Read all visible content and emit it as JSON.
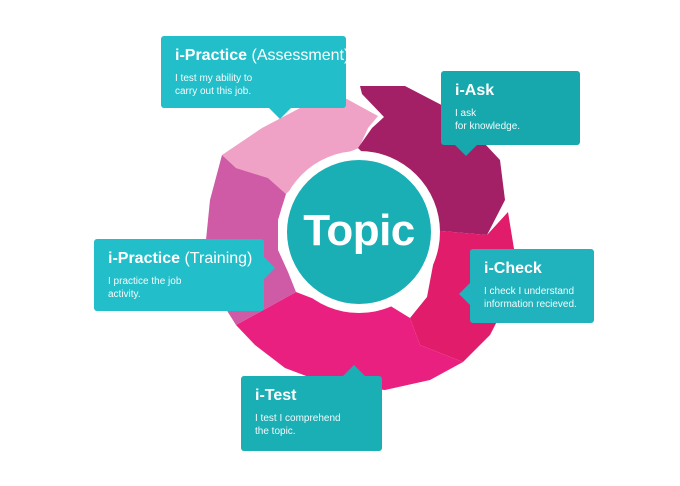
{
  "center": {
    "label": "Topic"
  },
  "stages": {
    "practice_assessment": {
      "title": "i-Practice",
      "subtitle": "(Assessment)",
      "text": "I test my ability to\ncarry out this job."
    },
    "ask": {
      "title": "i-Ask",
      "subtitle": "",
      "text": "I ask\nfor knowledge."
    },
    "practice_training": {
      "title": "i-Practice",
      "subtitle": "(Training)",
      "text": "I practice the job\nactivity."
    },
    "check": {
      "title": "i-Check",
      "subtitle": "",
      "text": "I check I understand\ninformation recieved."
    },
    "test": {
      "title": "i-Test",
      "subtitle": "",
      "text": "I test I comprehend\nthe topic."
    }
  },
  "colors": {
    "teal": "#22bfca",
    "center_teal": "#1aaeb5",
    "pink_light": "#f0a2c6",
    "pink_medium": "#cf5aa6",
    "plum": "#a31f66",
    "crimson": "#e01c6b",
    "magenta": "#ea2080"
  }
}
